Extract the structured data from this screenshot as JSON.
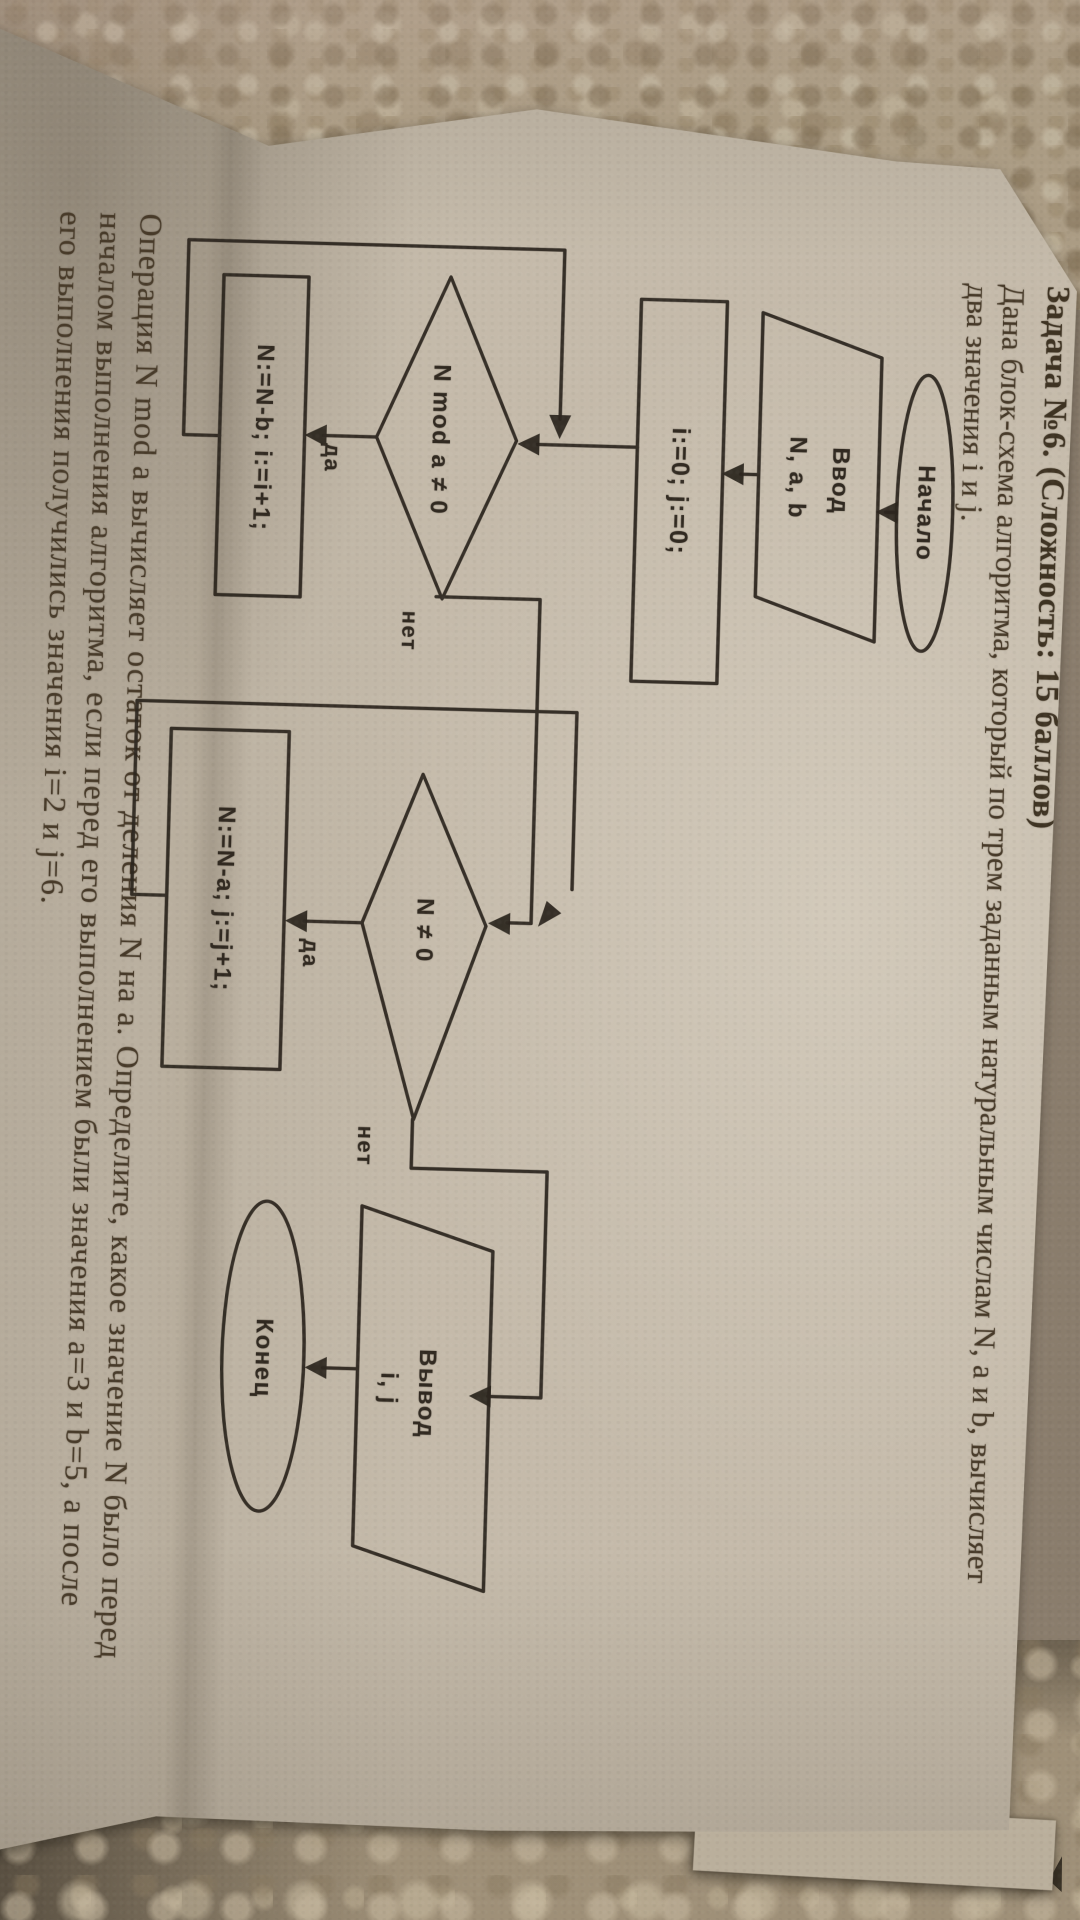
{
  "document": {
    "title": "Задача №6. (Сложность: 15 баллов)",
    "intro_lines": [
      "Дана блок-схема алгоритма, который по трем заданным натуральным числам N, а и b, вычисляет",
      "два значения i и j."
    ],
    "question_lines": [
      "Операция N mod a вычисляет остаток от деления N на a. Определите, какое значение N было перед",
      "началом выполнения алгоритма, если перед его выполнением были значения a=3 и b=5, а после",
      "его выполнения получились значения i=2 и j=6."
    ]
  },
  "flowchart": {
    "start": "Начало",
    "input_line1": "Ввод",
    "input_line2": "N, a, b",
    "init": "i:=0; j:=0;",
    "cond1": "N mod a ≠ 0",
    "loop1_body": "N:=N-b; i:=i+1;",
    "cond2": "N ≠ 0",
    "loop2_body": "N:=N-a; j:=j+1;",
    "output_line1": "Вывод",
    "output_line2": "i, j",
    "end": "Конец",
    "label_yes": "да",
    "label_no": "нет"
  },
  "colors": {
    "ink": "#2b251e",
    "paper": "#cbc1b1",
    "wallpaper": "#b0a189",
    "floor": "#a3947c"
  }
}
